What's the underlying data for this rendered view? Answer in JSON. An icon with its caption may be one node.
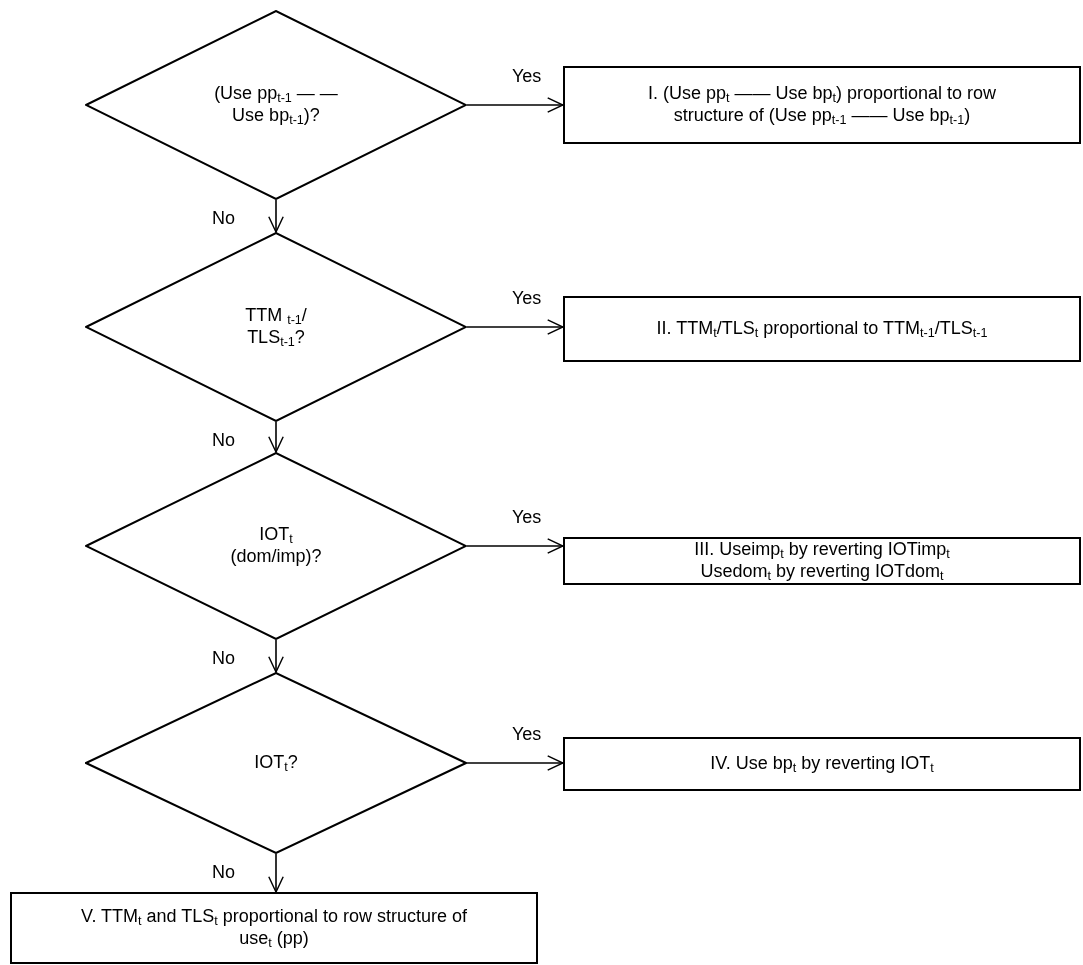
{
  "diagram": {
    "nodes": [
      {
        "text": [
          "(Use pp$_{t-1}$ — — Use bp$_{t-1}$)?"
        ]
      },
      {
        "text": [
          "I. (Use pp$_{t}$ —— Use bp$_{t}$) proportional to row structure of (Use pp$_{t-1}$ —— Use bp$_{t-1}$)"
        ]
      },
      {
        "text": [
          "TTM $_{t-1}$/ TLS$_{t-1}$?"
        ]
      },
      {
        "text": [
          "II. TTM$_{t}$/TLS$_{t}$ proportional to TTM$_{t-1}$/TLS$_{t-1}$"
        ]
      },
      {
        "text": [
          "IOT$_{t}$ (dom/imp)?"
        ]
      },
      {
        "text": [
          "III. Useimp$_{t}$ by reverting IOTimp$_{t}$ Usedom$_{t}$ by reverting IOTdom$_{t}$"
        ]
      },
      {
        "text": [
          "IOT$_{t}$?"
        ]
      },
      {
        "text": [
          "IV. Use bp$_{t}$ by reverting IOT$_{t}$"
        ]
      },
      {
        "text": [
          "V. TTM$_{t}$ and TLS$_{t}$ proportional to row structure of use$_{t}$ (pp)"
        ]
      }
    ],
    "edges": [
      {
        "from": 0,
        "to": 1,
        "arrow": "to",
        "label": "Yes"
      },
      {
        "from": 0,
        "to": 2,
        "arrow": "to",
        "label": "No"
      },
      {
        "from": 2,
        "to": 3,
        "arrow": "to",
        "label": "Yes"
      },
      {
        "from": 2,
        "to": 4,
        "arrow": "to",
        "label": "No"
      },
      {
        "from": 4,
        "to": 5,
        "arrow": "to",
        "label": "Yes"
      },
      {
        "from": 4,
        "to": 6,
        "arrow": "to",
        "label": "No"
      },
      {
        "from": 6,
        "to": 7,
        "arrow": "to",
        "label": "Yes"
      },
      {
        "from": 6,
        "to": 8,
        "arrow": "to",
        "label": "No"
      }
    ]
  }
}
